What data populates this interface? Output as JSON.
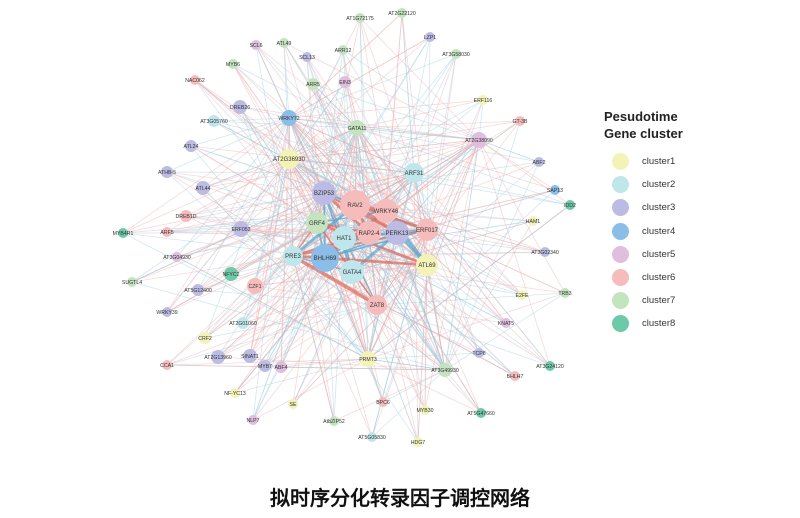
{
  "title": "拟时序分化转录因子调控网络",
  "legend": {
    "title_line1": "Pesudotime",
    "title_line2": "Gene cluster",
    "items": [
      {
        "label": "cluster1",
        "color": "#f3f3b8"
      },
      {
        "label": "cluster2",
        "color": "#bfe6ea"
      },
      {
        "label": "cluster3",
        "color": "#bcbbe3"
      },
      {
        "label": "cluster4",
        "color": "#8bbde9"
      },
      {
        "label": "cluster5",
        "color": "#e0bedf"
      },
      {
        "label": "cluster6",
        "color": "#f6bcbc"
      },
      {
        "label": "cluster7",
        "color": "#c4e4c0"
      },
      {
        "label": "cluster8",
        "color": "#6ec9a8"
      }
    ]
  },
  "edge_colors": {
    "blue": "#9ccbe0",
    "red": "#eeaaaa",
    "strong_blue": "#5aa6cc",
    "strong_red": "#e06a5e"
  },
  "nodes": [
    {
      "name": "AT1G72175",
      "cluster": 7
    },
    {
      "name": "AT2G22120",
      "cluster": 7
    },
    {
      "name": "LZP1",
      "cluster": 3
    },
    {
      "name": "AT3G58030",
      "cluster": 7
    },
    {
      "name": "SCL6",
      "cluster": 5
    },
    {
      "name": "ATL49",
      "cluster": 7
    },
    {
      "name": "SCL13",
      "cluster": 3
    },
    {
      "name": "ARR12",
      "cluster": 7
    },
    {
      "name": "MYB6",
      "cluster": 7
    },
    {
      "name": "NAC062",
      "cluster": 6
    },
    {
      "name": "ARR5",
      "cluster": 7
    },
    {
      "name": "EIN3",
      "cluster": 5
    },
    {
      "name": "DREB26",
      "cluster": 3
    },
    {
      "name": "WRKY72",
      "cluster": 4
    },
    {
      "name": "AT3G05760",
      "cluster": 2
    },
    {
      "name": "GATA11",
      "cluster": 7
    },
    {
      "name": "ERF116",
      "cluster": 1
    },
    {
      "name": "GT-3B",
      "cluster": 6
    },
    {
      "name": "AT2G38090",
      "cluster": 5
    },
    {
      "name": "ATL24",
      "cluster": 3
    },
    {
      "name": "AT2G36930",
      "cluster": 1
    },
    {
      "name": "ATHB-5",
      "cluster": 3
    },
    {
      "name": "ATL44",
      "cluster": 3
    },
    {
      "name": "BZIP53",
      "cluster": 3
    },
    {
      "name": "ARF31",
      "cluster": 2
    },
    {
      "name": "ABF2",
      "cluster": 3
    },
    {
      "name": "SAP13",
      "cluster": 4
    },
    {
      "name": "IDD2",
      "cluster": 8
    },
    {
      "name": "DREB1D",
      "cluster": 6
    },
    {
      "name": "RAV2",
      "cluster": 6
    },
    {
      "name": "WRKY46",
      "cluster": 6
    },
    {
      "name": "GRF4",
      "cluster": 7
    },
    {
      "name": "HAT1",
      "cluster": 2
    },
    {
      "name": "RAP2-4",
      "cluster": 6
    },
    {
      "name": "PERK13",
      "cluster": 3
    },
    {
      "name": "ERF017",
      "cluster": 6
    },
    {
      "name": "HAM1",
      "cluster": 1
    },
    {
      "name": "MYB4R1",
      "cluster": 8
    },
    {
      "name": "ARF5",
      "cluster": 6
    },
    {
      "name": "ERF053",
      "cluster": 3
    },
    {
      "name": "PRE3",
      "cluster": 2
    },
    {
      "name": "BHLH69",
      "cluster": 4
    },
    {
      "name": "GATA4",
      "cluster": 2
    },
    {
      "name": "ATL69",
      "cluster": 1
    },
    {
      "name": "AT3G02340",
      "cluster": 3
    },
    {
      "name": "AT3G04930",
      "cluster": 5
    },
    {
      "name": "NFYC2",
      "cluster": 8
    },
    {
      "name": "CZF1",
      "cluster": 6
    },
    {
      "name": "SUGTL4",
      "cluster": 7
    },
    {
      "name": "AT5G12400",
      "cluster": 3
    },
    {
      "name": "ZAT8",
      "cluster": 6
    },
    {
      "name": "E2FE",
      "cluster": 1
    },
    {
      "name": "TRB3",
      "cluster": 7
    },
    {
      "name": "WRKY39",
      "cluster": 3
    },
    {
      "name": "KNAT5",
      "cluster": 5
    },
    {
      "name": "AT2G01060",
      "cluster": 2
    },
    {
      "name": "CRF2",
      "cluster": 1
    },
    {
      "name": "TCP8",
      "cluster": 3
    },
    {
      "name": "AT2G13960",
      "cluster": 3
    },
    {
      "name": "SINAT1",
      "cluster": 3
    },
    {
      "name": "MYB7",
      "cluster": 3
    },
    {
      "name": "ABF4",
      "cluster": 5
    },
    {
      "name": "PRMT3",
      "cluster": 1
    },
    {
      "name": "AT3G49930",
      "cluster": 7
    },
    {
      "name": "BHLH7",
      "cluster": 6
    },
    {
      "name": "AT3G24120",
      "cluster": 8
    },
    {
      "name": "CCA1",
      "cluster": 6
    },
    {
      "name": "NF-YC13",
      "cluster": 1
    },
    {
      "name": "SE",
      "cluster": 1
    },
    {
      "name": "BPC6",
      "cluster": 6
    },
    {
      "name": "MYB30",
      "cluster": 1
    },
    {
      "name": "AT5G47660",
      "cluster": 8
    },
    {
      "name": "NLP7",
      "cluster": 5
    },
    {
      "name": "AtbZIP52",
      "cluster": 7
    },
    {
      "name": "AT5G05830",
      "cluster": 2
    },
    {
      "name": "HDG7",
      "cluster": 1
    }
  ]
}
